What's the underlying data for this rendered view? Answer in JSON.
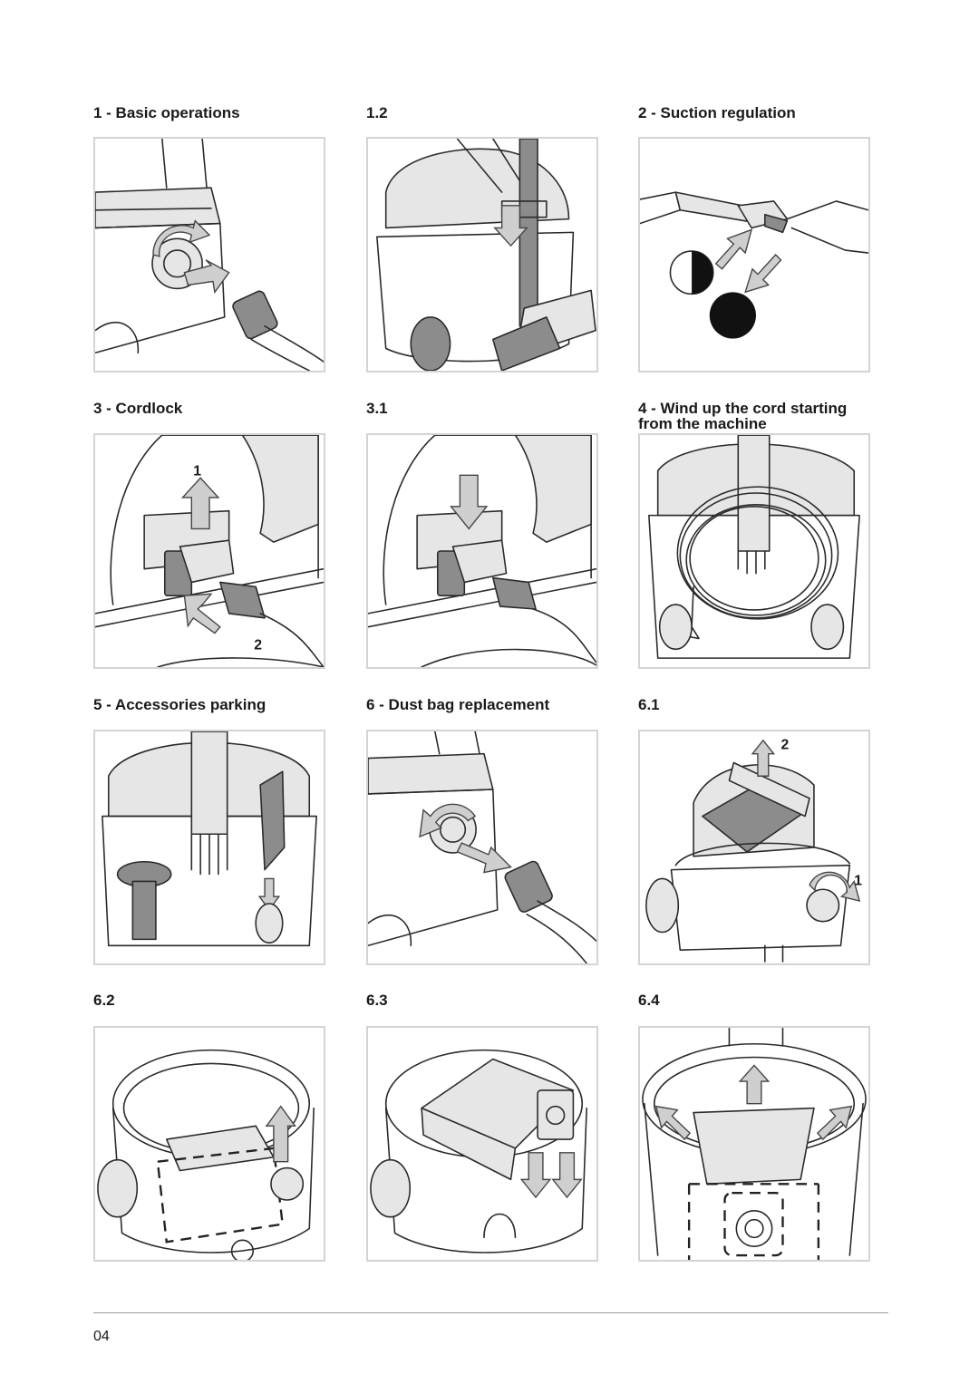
{
  "captions": {
    "c1": "1 - Basic operations",
    "c12": "1.2",
    "c2": "2 - Suction regulation",
    "c3": "3 - Cordlock",
    "c31": "3.1",
    "c4": "4 - Wind up the cord starting from the machine",
    "c5": "5 - Accessories parking",
    "c6": "6 - Dust bag replacement",
    "c61": "6.1",
    "c62": "6.2",
    "c63": "6.3",
    "c64": "6.4"
  },
  "step_numbers": {
    "cordlock_up": "1",
    "cordlock_plug": "2",
    "handle_lift": "2",
    "latch_turn": "1"
  },
  "page_number": "04"
}
